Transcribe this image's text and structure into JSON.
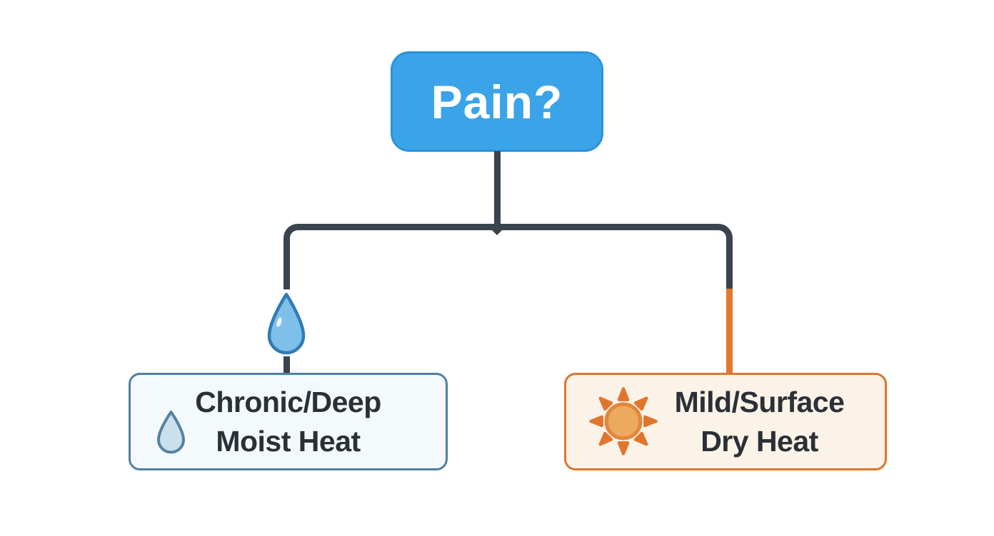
{
  "diagram": {
    "type": "flowchart",
    "title_node": {
      "label": "Pain?"
    },
    "branches": [
      {
        "side": "left",
        "connector_icon": "water-drop",
        "node": {
          "icon": "water-drop",
          "label_line1": "Chronic/Deep",
          "label_line2": "Moist Heat"
        }
      },
      {
        "side": "right",
        "connector_accent": "#E4762D",
        "node": {
          "icon": "sun",
          "label_line1": "Mild/Surface",
          "label_line2": "Dry Heat"
        }
      }
    ]
  },
  "colors": {
    "blue_fill": "#3BA4E9",
    "blue_border": "#2B92DB",
    "line_dark": "#39444E",
    "orange": "#E4762D",
    "left_box_bg": "#F4FAFC",
    "left_box_border": "#4E80A3",
    "right_box_bg": "#FBF2E8",
    "right_box_border": "#D9772E",
    "text_dark": "#2B3036",
    "drop_fill": "#7FC0EA",
    "drop_stroke": "#2F7CB6",
    "drop_small_fill": "#CBE0ED",
    "drop_small_stroke": "#56829F",
    "sun_ray": "#E0762E",
    "sun_core_fill": "#ECA95F",
    "sun_core_stroke": "#E2873C",
    "root_text": "#FFFFFF"
  }
}
